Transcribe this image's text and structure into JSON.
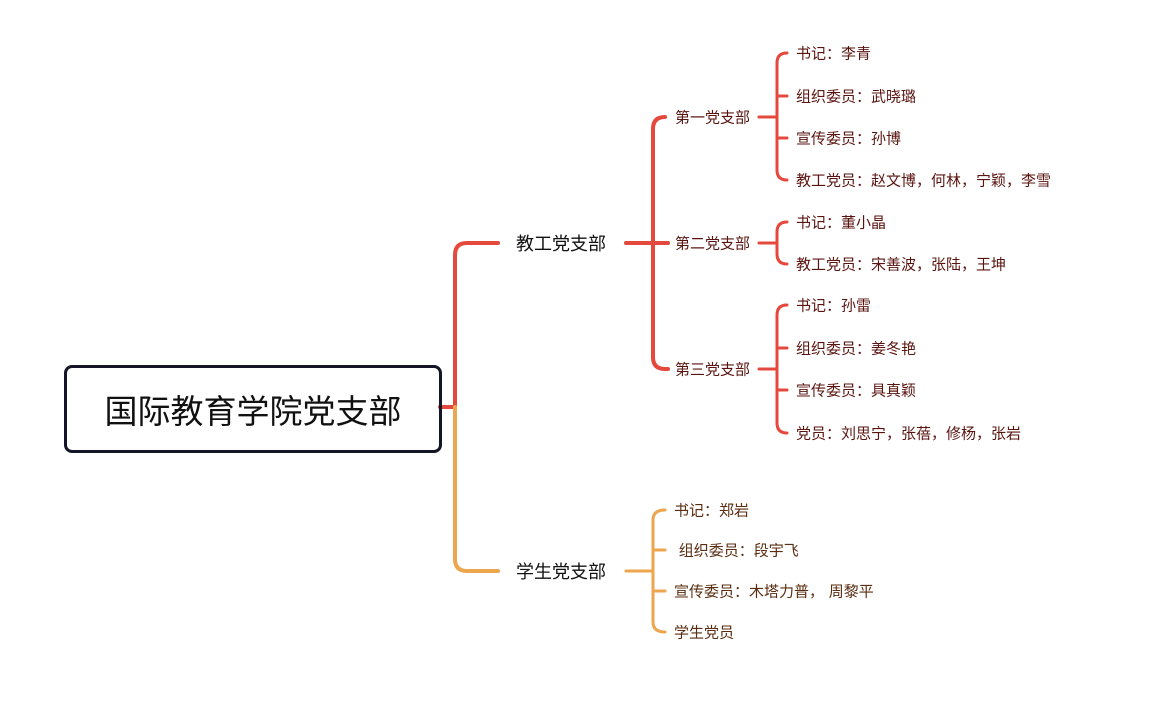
{
  "root": {
    "label": "国际教育学院党支部"
  },
  "colors": {
    "faculty_branch": "#e5483c",
    "student_branch": "#eda54e",
    "root_border": "#141628"
  },
  "faculty": {
    "label": "教工党支部",
    "sub": [
      {
        "label": "第一党支部",
        "items": [
          "书记：李青",
          "组织委员：武晓璐",
          "宣传委员：孙博",
          "教工党员：赵文博，何林，宁颖，李雪"
        ]
      },
      {
        "label": "第二党支部",
        "items": [
          "书记：董小晶",
          "教工党员：宋善波，张陆，王坤"
        ]
      },
      {
        "label": "第三党支部",
        "items": [
          "书记：孙雷",
          "组织委员：姜冬艳",
          "宣传委员：具真颖",
          "党员：刘思宁，张蓓，修杨，张岩"
        ]
      }
    ]
  },
  "student": {
    "label": "学生党支部",
    "items": [
      "书记：郑岩",
      " 组织委员：段宇飞",
      "宣传委员：木塔力普， 周黎平",
      "学生党员"
    ]
  }
}
